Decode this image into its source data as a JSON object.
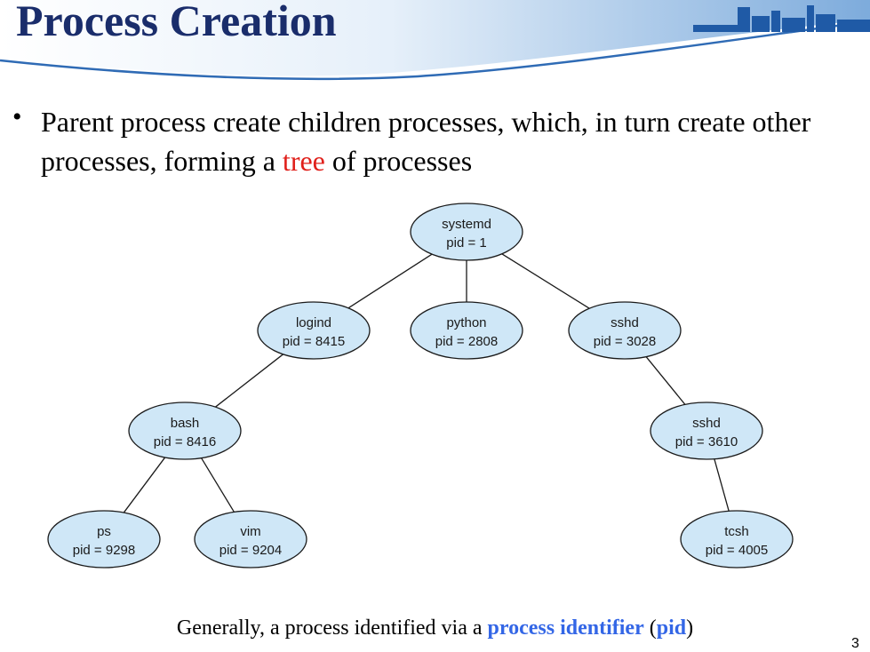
{
  "title": "Process Creation",
  "bullet": {
    "part1": "Parent process create children processes, which, in turn create other processes, forming a ",
    "highlight": "tree",
    "part2": " of processes"
  },
  "tree": {
    "nodes": [
      {
        "id": "systemd",
        "name": "systemd",
        "pid": "pid = 1"
      },
      {
        "id": "logind",
        "name": "logind",
        "pid": "pid = 8415"
      },
      {
        "id": "python",
        "name": "python",
        "pid": "pid = 2808"
      },
      {
        "id": "sshd1",
        "name": "sshd",
        "pid": "pid = 3028"
      },
      {
        "id": "bash",
        "name": "bash",
        "pid": "pid = 8416"
      },
      {
        "id": "sshd2",
        "name": "sshd",
        "pid": "pid = 3610"
      },
      {
        "id": "ps",
        "name": "ps",
        "pid": "pid = 9298"
      },
      {
        "id": "vim",
        "name": "vim",
        "pid": "pid = 9204"
      },
      {
        "id": "tcsh",
        "name": "tcsh",
        "pid": "pid = 4005"
      }
    ],
    "edges": [
      [
        "systemd",
        "logind"
      ],
      [
        "systemd",
        "python"
      ],
      [
        "systemd",
        "sshd1"
      ],
      [
        "logind",
        "bash"
      ],
      [
        "sshd1",
        "sshd2"
      ],
      [
        "bash",
        "ps"
      ],
      [
        "bash",
        "vim"
      ],
      [
        "sshd2",
        "tcsh"
      ]
    ]
  },
  "footer": {
    "part1": "Generally, a process identified via a ",
    "term": "process identifier",
    "part2": " (",
    "abbr": "pid",
    "part3": ")"
  },
  "page_number": "3",
  "colors": {
    "title": "#1a2d6b",
    "highlight_red": "#e0201b",
    "highlight_blue": "#3366e6",
    "node_fill": "#cfe7f7"
  }
}
